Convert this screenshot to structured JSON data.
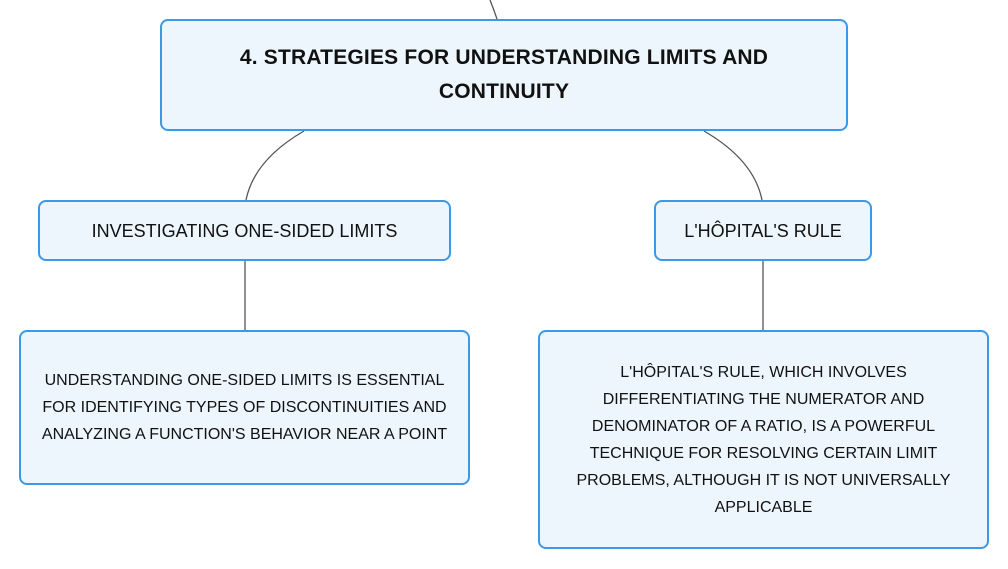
{
  "root": {
    "label": "4. STRATEGIES FOR UNDERSTANDING LIMITS AND CONTINUITY"
  },
  "branches": [
    {
      "label": "INVESTIGATING ONE-SIDED LIMITS",
      "detail": "UNDERSTANDING ONE-SIDED LIMITS IS ESSENTIAL FOR IDENTIFYING TYPES OF DISCONTINUITIES AND ANALYZING A FUNCTION'S BEHAVIOR NEAR A POINT"
    },
    {
      "label": "L'HÔPITAL'S RULE",
      "detail": "L'HÔPITAL'S RULE, WHICH INVOLVES DIFFERENTIATING THE NUMERATOR AND DENOMINATOR OF A RATIO, IS A POWERFUL TECHNIQUE FOR RESOLVING CERTAIN LIMIT PROBLEMS, ALTHOUGH IT IS NOT UNIVERSALLY APPLICABLE"
    }
  ],
  "colors": {
    "node_fill": "#edf6fd",
    "node_border": "#3b99e6",
    "connector": "#555555",
    "text": "#111111"
  }
}
